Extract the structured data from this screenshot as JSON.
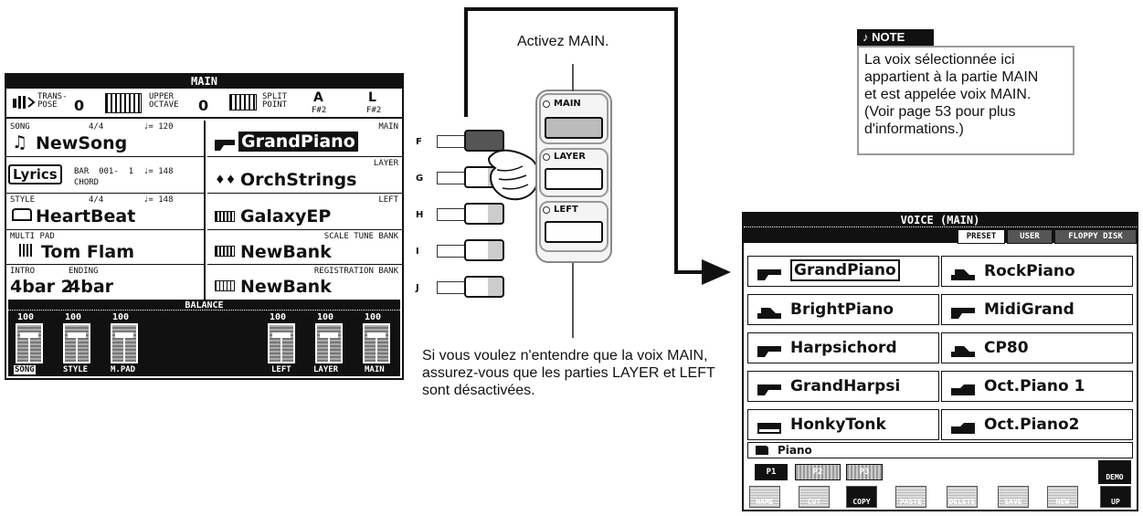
{
  "main": {
    "title": "MAIN",
    "transpose_label": "TRANS-\nPOSE",
    "transpose_value": "0",
    "upper_octave_label": "UPPER\nOCTAVE",
    "upper_octave_value": "0",
    "split_label": "SPLIT\nPOINT",
    "split_a": "F#2",
    "split_b": "F#2",
    "song": {
      "label": "SONG",
      "meter": "4/4",
      "tempo": "♩= 120",
      "name": "NewSong"
    },
    "lyrics": {
      "label": "Lyrics",
      "bar": "BAR  001-  1",
      "chord": "CHORD",
      "tempo": "♩= 148"
    },
    "style": {
      "label": "STYLE",
      "meter": "4/4",
      "tempo": "♩= 148",
      "name": "HeartBeat"
    },
    "multipad": {
      "label": "MULTI PAD",
      "name": "Tom Flam"
    },
    "intro": {
      "label": "INTRO",
      "value": "4bar 2"
    },
    "ending": {
      "label": "ENDING",
      "value": "4bar"
    },
    "voices": {
      "main": {
        "label": "MAIN",
        "name": "GrandPiano"
      },
      "layer": {
        "label": "LAYER",
        "name": "OrchStrings"
      },
      "left": {
        "label": "LEFT",
        "name": "GalaxyEP"
      },
      "scale": {
        "label": "SCALE TUNE BANK",
        "name": "NewBank"
      },
      "registration": {
        "label": "REGISTRATION BANK",
        "name": "NewBank"
      }
    },
    "balance": {
      "title": "BALANCE",
      "faders": [
        {
          "label": "SONG",
          "value": "100"
        },
        {
          "label": "STYLE",
          "value": "100"
        },
        {
          "label": "M.PAD",
          "value": "100"
        },
        {
          "label": "LEFT",
          "value": "100"
        },
        {
          "label": "LAYER",
          "value": "100"
        },
        {
          "label": "MAIN",
          "value": "100"
        }
      ]
    }
  },
  "panel": {
    "keys": [
      "F",
      "G",
      "H",
      "I",
      "J"
    ],
    "buttons": {
      "main": "MAIN",
      "layer": "LAYER",
      "left": "LEFT"
    }
  },
  "callouts": {
    "activate": "Activez MAIN.",
    "hint": "Si vous voulez n'entendre que la voix MAIN, assurez-vous que les parties LAYER et LEFT sont désactivées."
  },
  "note": {
    "header": "NOTE",
    "lines": [
      "La voix sélectionnée ici",
      "appartient à la partie MAIN",
      "et est appelée voix MAIN.",
      "(Voir page 53 pour plus",
      "d'informations.)"
    ]
  },
  "voice": {
    "title": "VOICE (MAIN)",
    "tabs": [
      "PRESET",
      "USER",
      "FLOPPY DISK"
    ],
    "left_voices": [
      "GrandPiano",
      "BrightPiano",
      "Harpsichord",
      "GrandHarpsi",
      "HonkyTonk"
    ],
    "right_voices": [
      "RockPiano",
      "MidiGrand",
      "CP80",
      "Oct.Piano 1",
      "Oct.Piano2"
    ],
    "category": "Piano",
    "pages": [
      "P1",
      "P2",
      "P3"
    ],
    "demo": "DEMO",
    "functions": [
      "NAME",
      "CUT",
      "COPY",
      "PASTE",
      "DELETE",
      "SAVE",
      "NEW",
      "UP"
    ]
  }
}
